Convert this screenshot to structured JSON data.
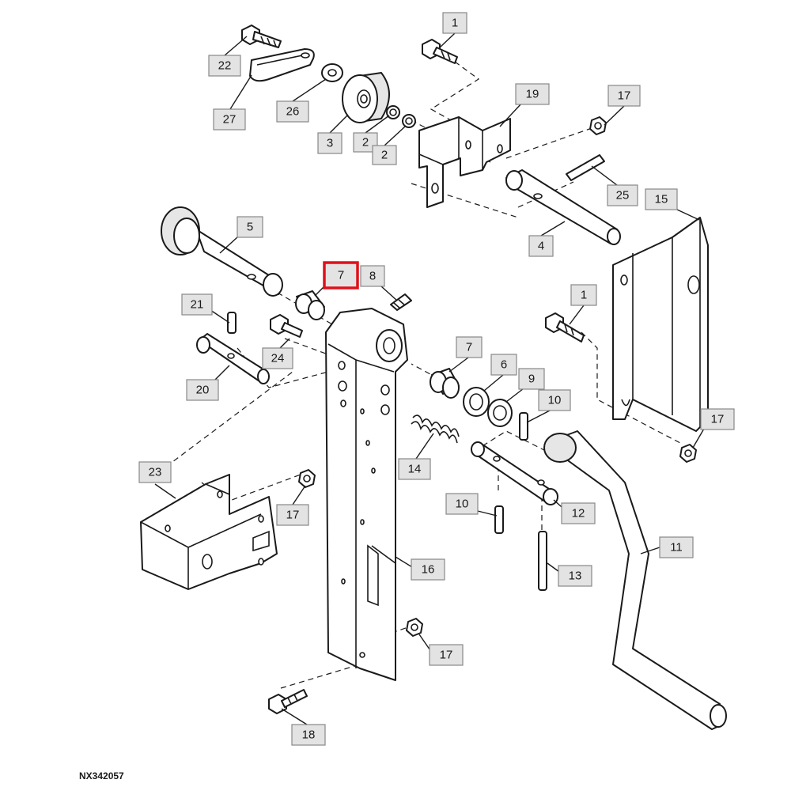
{
  "figure_id": "NX342057",
  "selected_callout": "7",
  "colors": {
    "selection_highlight": "#e0101a",
    "callout_fill": "#e3e3e3"
  },
  "callouts": [
    {
      "id": "c1a",
      "label": "1"
    },
    {
      "id": "c22",
      "label": "22"
    },
    {
      "id": "c27",
      "label": "27"
    },
    {
      "id": "c26",
      "label": "26"
    },
    {
      "id": "c3",
      "label": "3"
    },
    {
      "id": "c2a",
      "label": "2"
    },
    {
      "id": "c2b",
      "label": "2"
    },
    {
      "id": "c19",
      "label": "19"
    },
    {
      "id": "c17a",
      "label": "17"
    },
    {
      "id": "c25",
      "label": "25"
    },
    {
      "id": "c15",
      "label": "15"
    },
    {
      "id": "c5",
      "label": "5"
    },
    {
      "id": "c4",
      "label": "4"
    },
    {
      "id": "c7a",
      "label": "7"
    },
    {
      "id": "c8",
      "label": "8"
    },
    {
      "id": "c1b",
      "label": "1"
    },
    {
      "id": "c21",
      "label": "21"
    },
    {
      "id": "c24",
      "label": "24"
    },
    {
      "id": "c7b",
      "label": "7"
    },
    {
      "id": "c6",
      "label": "6"
    },
    {
      "id": "c9",
      "label": "9"
    },
    {
      "id": "c10a",
      "label": "10"
    },
    {
      "id": "c20",
      "label": "20"
    },
    {
      "id": "c17b",
      "label": "17"
    },
    {
      "id": "c14",
      "label": "14"
    },
    {
      "id": "c23",
      "label": "23"
    },
    {
      "id": "c10b",
      "label": "10"
    },
    {
      "id": "c12",
      "label": "12"
    },
    {
      "id": "c17c",
      "label": "17"
    },
    {
      "id": "c11",
      "label": "11"
    },
    {
      "id": "c16",
      "label": "16"
    },
    {
      "id": "c13",
      "label": "13"
    },
    {
      "id": "c17d",
      "label": "17"
    },
    {
      "id": "c18",
      "label": "18"
    }
  ]
}
